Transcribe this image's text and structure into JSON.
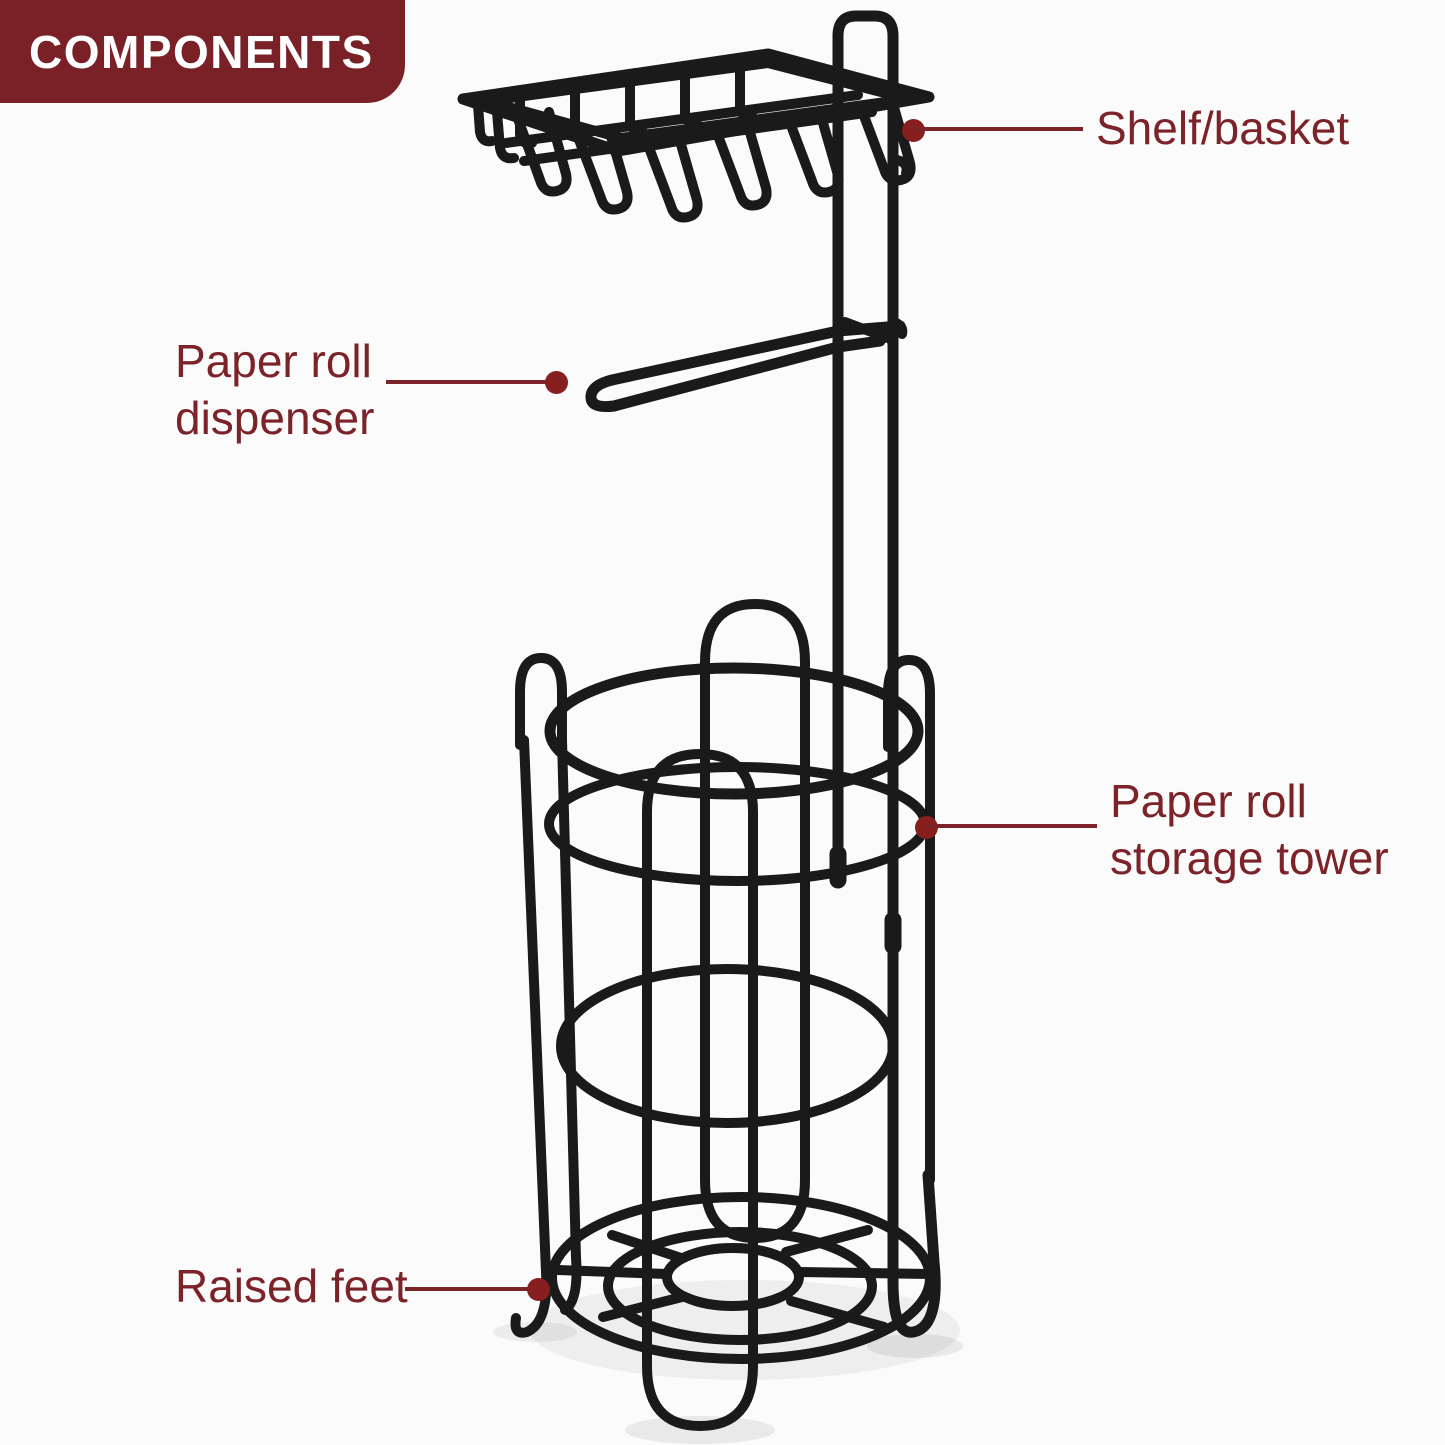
{
  "banner": {
    "label": "COMPONENTS"
  },
  "annotations": {
    "shelf_basket": {
      "text": "Shelf/basket"
    },
    "paper_roll_dispenser": {
      "line1": "Paper roll",
      "line2": "dispenser"
    },
    "paper_roll_storage_tower": {
      "line1": "Paper roll",
      "line2": "storage tower"
    },
    "raised_feet": {
      "text": "Raised feet"
    }
  },
  "colors": {
    "accent_maroon": "#7a2127",
    "label_text": "#7b2329",
    "leader_dot": "#871f1f",
    "wire_black": "#1a1a1a",
    "background": "#fbfbfb",
    "banner_text": "#ffffff"
  }
}
